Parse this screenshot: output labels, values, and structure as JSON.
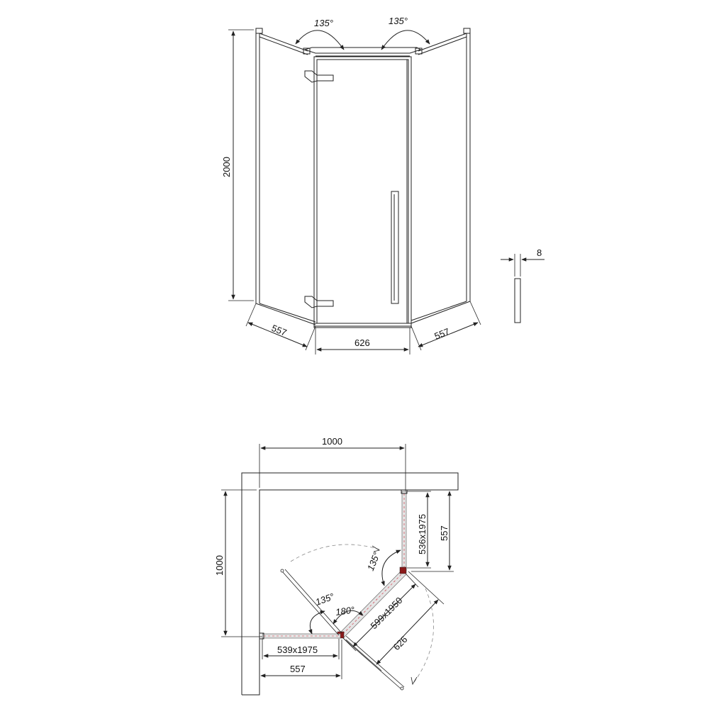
{
  "elevation": {
    "angle_left": "135°",
    "angle_right": "135°",
    "height": "2000",
    "width_left": "557",
    "width_door": "626",
    "width_right": "557",
    "glass_thickness": "8"
  },
  "plan": {
    "wall_width": "1000",
    "wall_depth": "1000",
    "right_side": "557",
    "right_panel": "536x1975",
    "door_panel": "599x1950",
    "door_span": "626",
    "left_panel": "539x1975",
    "left_side": "557",
    "angle_right": "135°",
    "angle_left": "135°",
    "angle_open": "180°"
  },
  "colors": {
    "line": "#222222",
    "glass": "#e4e4e4",
    "seal": "#8b1a1a"
  }
}
